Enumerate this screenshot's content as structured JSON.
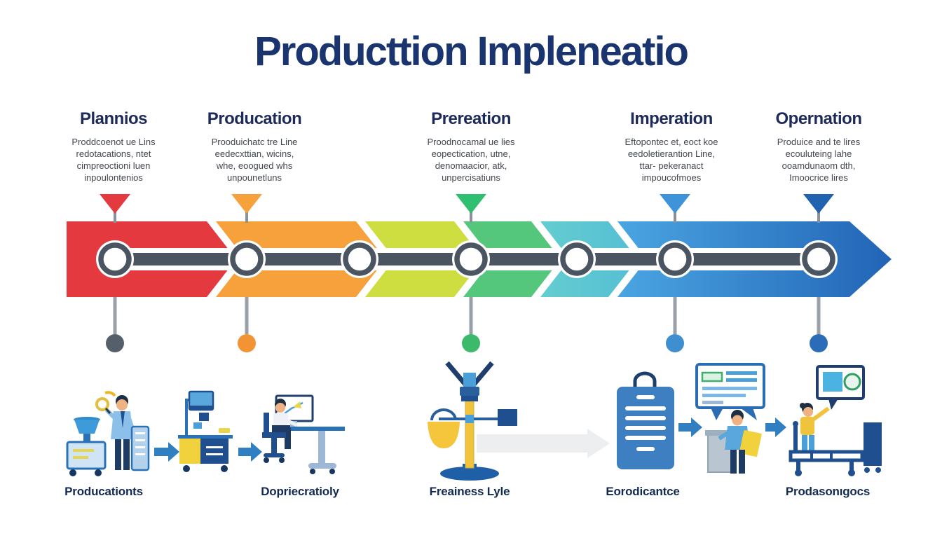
{
  "title": "Producttion Impleneatio",
  "stages": [
    {
      "name": "Plannios",
      "description": "Proddcoenot ue Lins\nredotacations, ntet\ncimpreoctioni luen\ninpoulontenios",
      "marker_color": "#e53940",
      "dot_color": "#555f6b"
    },
    {
      "name": "Producation",
      "description": "Prooduichatc tre Line\needecxttian, wicins,\nwhe, eoogued whs\nunpounetluns",
      "marker_color": "#f6a13b",
      "dot_color": "#f29433"
    },
    {
      "name": "Prereation",
      "description": "Proodnocamal ue lies\neopectication, utne,\ndenomaacior, atk,\nunpercisatiuns",
      "marker_color": "#2fbf71",
      "dot_color": "#3cb96a"
    },
    {
      "name": "Imperation",
      "description": "Eftopontec et, eoct koe\needoletierantion Line,\nttar- pekeranact\nimpoucofmoes",
      "marker_color": "#3f93d8",
      "dot_color": "#3e8ed0"
    },
    {
      "name": "Opernation",
      "description": "Produice and te lires\necouluteing lahe\nooamdunaom dth,\nImoocrice lires",
      "marker_color": "#2163b0",
      "dot_color": "#2b6cb8"
    }
  ],
  "timeline": {
    "segment_colors": [
      "#e53940",
      "#f6a13b",
      "#cedd3f",
      "#55c77d",
      "#5cc5cb",
      "#4aa5e2",
      "#2264b6"
    ],
    "line_color": "#4b5561",
    "node_count": 7
  },
  "bottom_labels": [
    "Producationts",
    "Dopriecratioly",
    "Freainess Lyle",
    "Eorodicantce",
    "Prodasonıgocs"
  ],
  "palette": {
    "title_navy": "#1a3470",
    "header_navy": "#1d2a5a",
    "body_gray": "#43474f",
    "illustration_blue": "#2a72b8",
    "illustration_navy": "#1f4f8f",
    "illustration_yellow": "#f2d23c"
  }
}
